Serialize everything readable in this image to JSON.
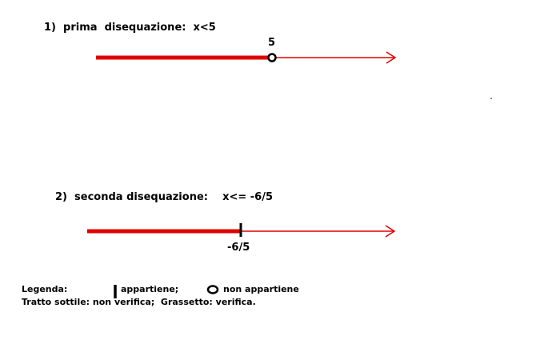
{
  "colors": {
    "verifica": "#e00000",
    "text": "#000000"
  },
  "exercise1": {
    "title": "1)  prima  disequazione:  x<5",
    "point_label": "5",
    "point_value": 5,
    "point_marker": "open-circle",
    "solution": "x<5"
  },
  "exercise2": {
    "title": "2)  seconda disequazione:    x<= -6/5",
    "point_label": "-6/5",
    "point_value": -1.2,
    "point_marker": "bar",
    "solution": "x<=-6/5"
  },
  "legend": {
    "label": "Legenda:",
    "belongs": "appartiene;",
    "not_belongs": "non appartiene",
    "line_note": "Tratto sottile: non verifica;  Grassetto: verifica."
  }
}
